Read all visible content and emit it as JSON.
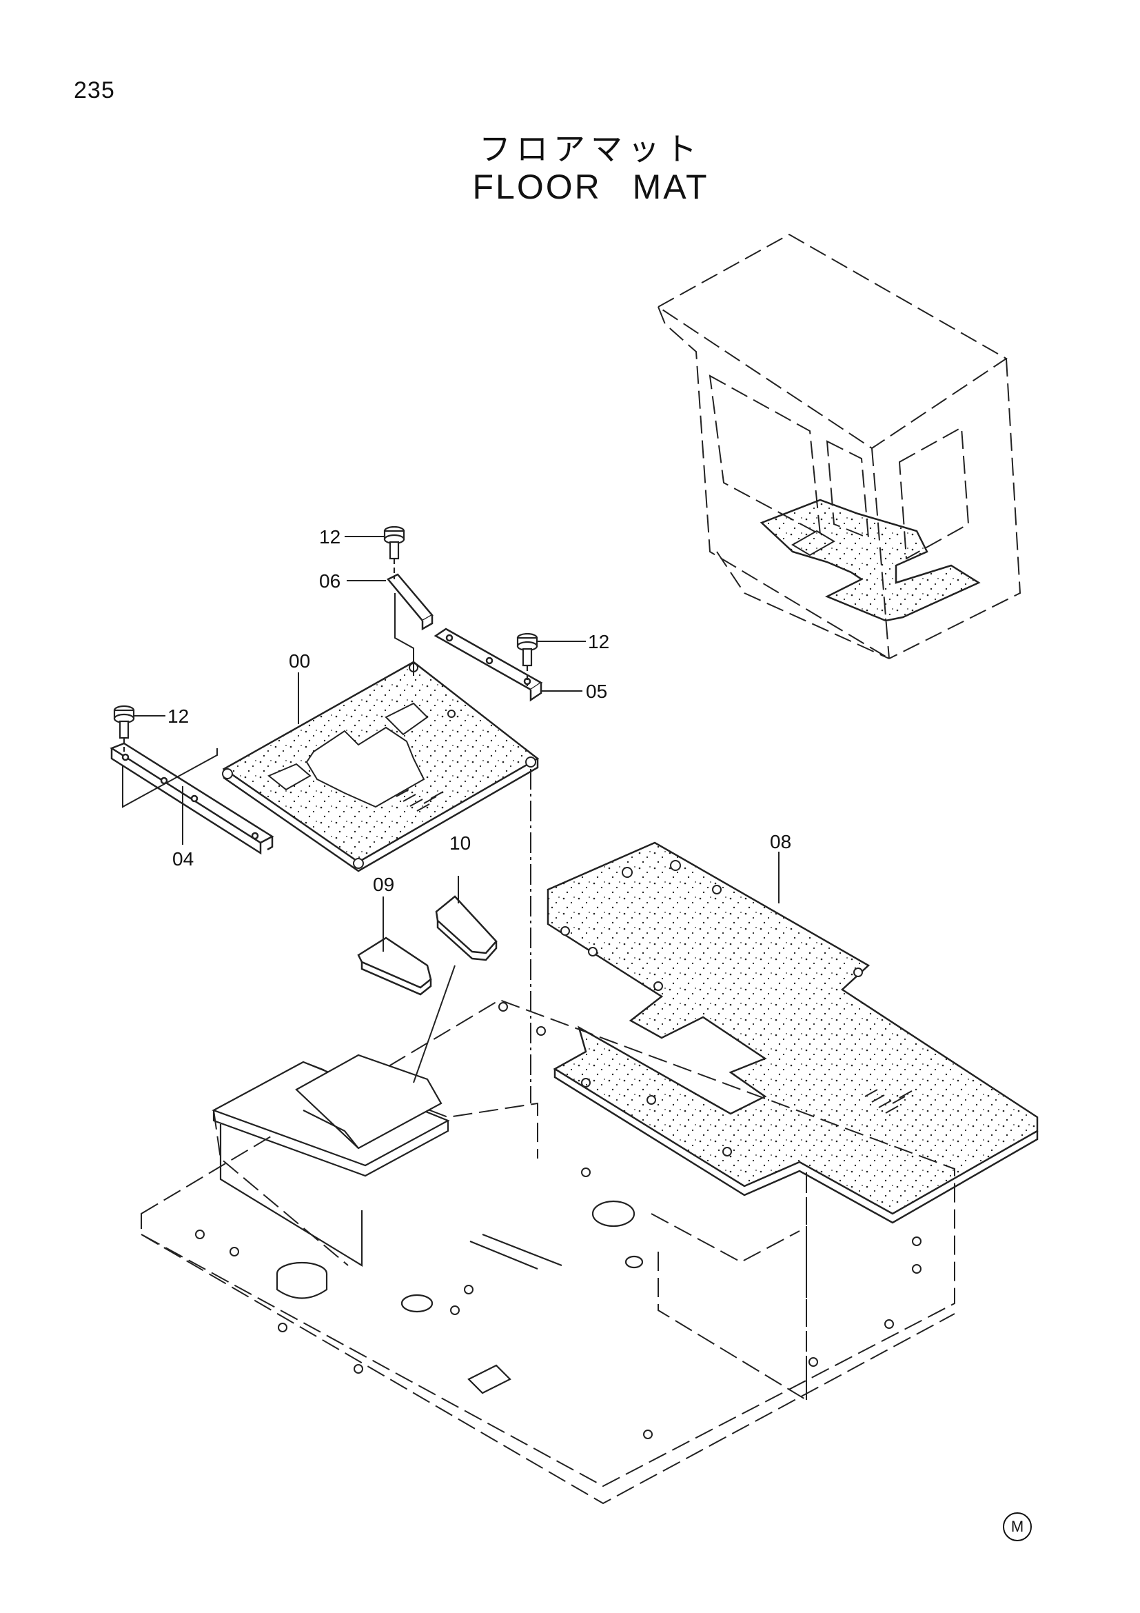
{
  "page": {
    "number": "235"
  },
  "title": {
    "japanese": "フロアマット",
    "english": "FLOOR   MAT"
  },
  "callouts": [
    {
      "id": "12",
      "part": "bolt"
    },
    {
      "id": "06",
      "part": "bracket"
    },
    {
      "id": "05",
      "part": "bracket"
    },
    {
      "id": "00",
      "part": "floor mat (front)"
    },
    {
      "id": "04",
      "part": "bracket"
    },
    {
      "id": "10",
      "part": "pedal pad"
    },
    {
      "id": "09",
      "part": "pedal pad"
    },
    {
      "id": "08",
      "part": "floor mat (main)"
    }
  ],
  "labels": {
    "c12a": "12",
    "c06": "06",
    "c12b": "12",
    "c05": "05",
    "c00": "00",
    "c12c": "12",
    "c04": "04",
    "c10": "10",
    "c09": "09",
    "c08": "08"
  },
  "footer": {
    "mark": "M"
  }
}
